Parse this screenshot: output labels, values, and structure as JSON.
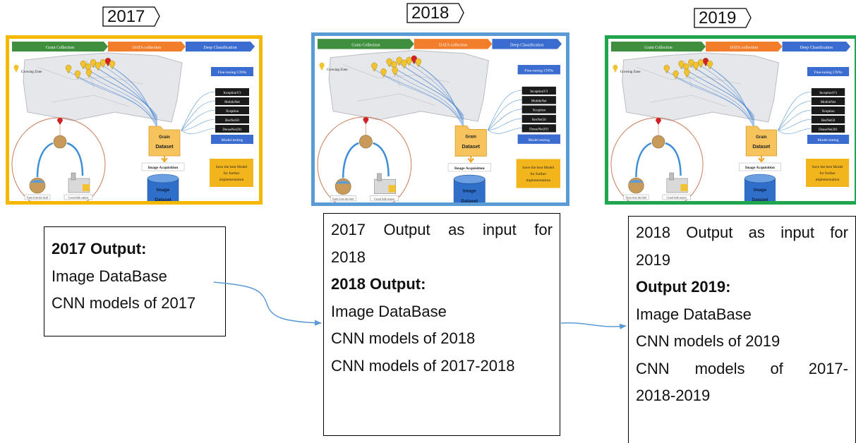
{
  "colors": {
    "y2017": "#f5b800",
    "y2018": "#5b9bd5",
    "y2019": "#1fa64f",
    "arrow": "#5b9bd5"
  },
  "years": [
    {
      "tag": "2017",
      "diagram": {
        "stages": [
          "Grain Collection",
          "DATA collection",
          "Deep Classification"
        ],
        "growing_zone": "Growing Zone",
        "fine_tuning": "Fine-tuning CNNs",
        "grain_dataset": [
          "Grain",
          "Dataset"
        ],
        "models": [
          "InceptionV3",
          "MobileNet",
          "Xception",
          "ResNet50",
          "DenseNet201"
        ],
        "model_testing": "Model testing",
        "image_acquisition": "Image Acquisition",
        "image_dataset": [
          "Image",
          "Dataset"
        ],
        "save_model": [
          "Save the best Model",
          "for further",
          "implementation"
        ],
        "farm_label": "Farm from the field",
        "plant_label": "Cereal bulk station",
        "grain_collection": "Grain collection"
      }
    },
    {
      "tag": "2018",
      "diagram": {
        "stages": [
          "Grain Collection",
          "DATA collection",
          "Deep Classification"
        ],
        "growing_zone": "Growing Zone",
        "fine_tuning": "Fine-tuning CNNs",
        "grain_dataset": [
          "Grain",
          "Dataset"
        ],
        "models": [
          "InceptionV3",
          "MobileNet",
          "Xception",
          "ResNet50",
          "DenseNet201"
        ],
        "model_testing": "Model testing",
        "image_acquisition": "Image Acquisition",
        "image_dataset": [
          "Image",
          "Dataset"
        ],
        "save_model": [
          "Save the best Model",
          "for further",
          "implementation"
        ],
        "farm_label": "Farm from the field",
        "plant_label": "Cereal bulk station",
        "grain_collection": "Grain collection"
      }
    },
    {
      "tag": "2019",
      "diagram": {
        "stages": [
          "Grain Collection",
          "DATA collection",
          "Deep Classification"
        ],
        "growing_zone": "Growing Zone",
        "fine_tuning": "Fine-tuning CNNs",
        "grain_dataset": [
          "Grain",
          "Dataset"
        ],
        "models": [
          "InceptionV3",
          "MobileNet",
          "Xception",
          "ResNet50",
          "DenseNet201"
        ],
        "model_testing": "Model testing",
        "image_acquisition": "Image Acquisition",
        "image_dataset": [
          "Image",
          "Dataset"
        ],
        "save_model": [
          "Save the best Model",
          "for further",
          "implementation"
        ],
        "farm_label": "Farm from the field",
        "plant_label": "Cereal bulk station",
        "grain_collection": "Grain collection"
      }
    }
  ],
  "outputs": [
    {
      "lines": [
        {
          "text": "2017 Output:",
          "bold": true
        },
        {
          "text": "Image DataBase"
        },
        {
          "text": "CNN models of 2017"
        }
      ]
    },
    {
      "lines": [
        {
          "text": "2017 Output as input for",
          "justify": true
        },
        {
          "text": "2018"
        },
        {
          "text": "2018 Output:",
          "bold": true
        },
        {
          "text": "Image DataBase"
        },
        {
          "text": "CNN models of 2018"
        },
        {
          "text": "CNN models of 2017-2018"
        }
      ]
    },
    {
      "lines": [
        {
          "text": "2018 Output as input for",
          "justify": true
        },
        {
          "text": "2019"
        },
        {
          "text": "Output 2019:",
          "bold": true
        },
        {
          "text": "Image DataBase"
        },
        {
          "text": "CNN models of 2019"
        },
        {
          "text": "CNN models of 2017-",
          "justify": true
        },
        {
          "text": "2018-2019"
        }
      ]
    }
  ]
}
